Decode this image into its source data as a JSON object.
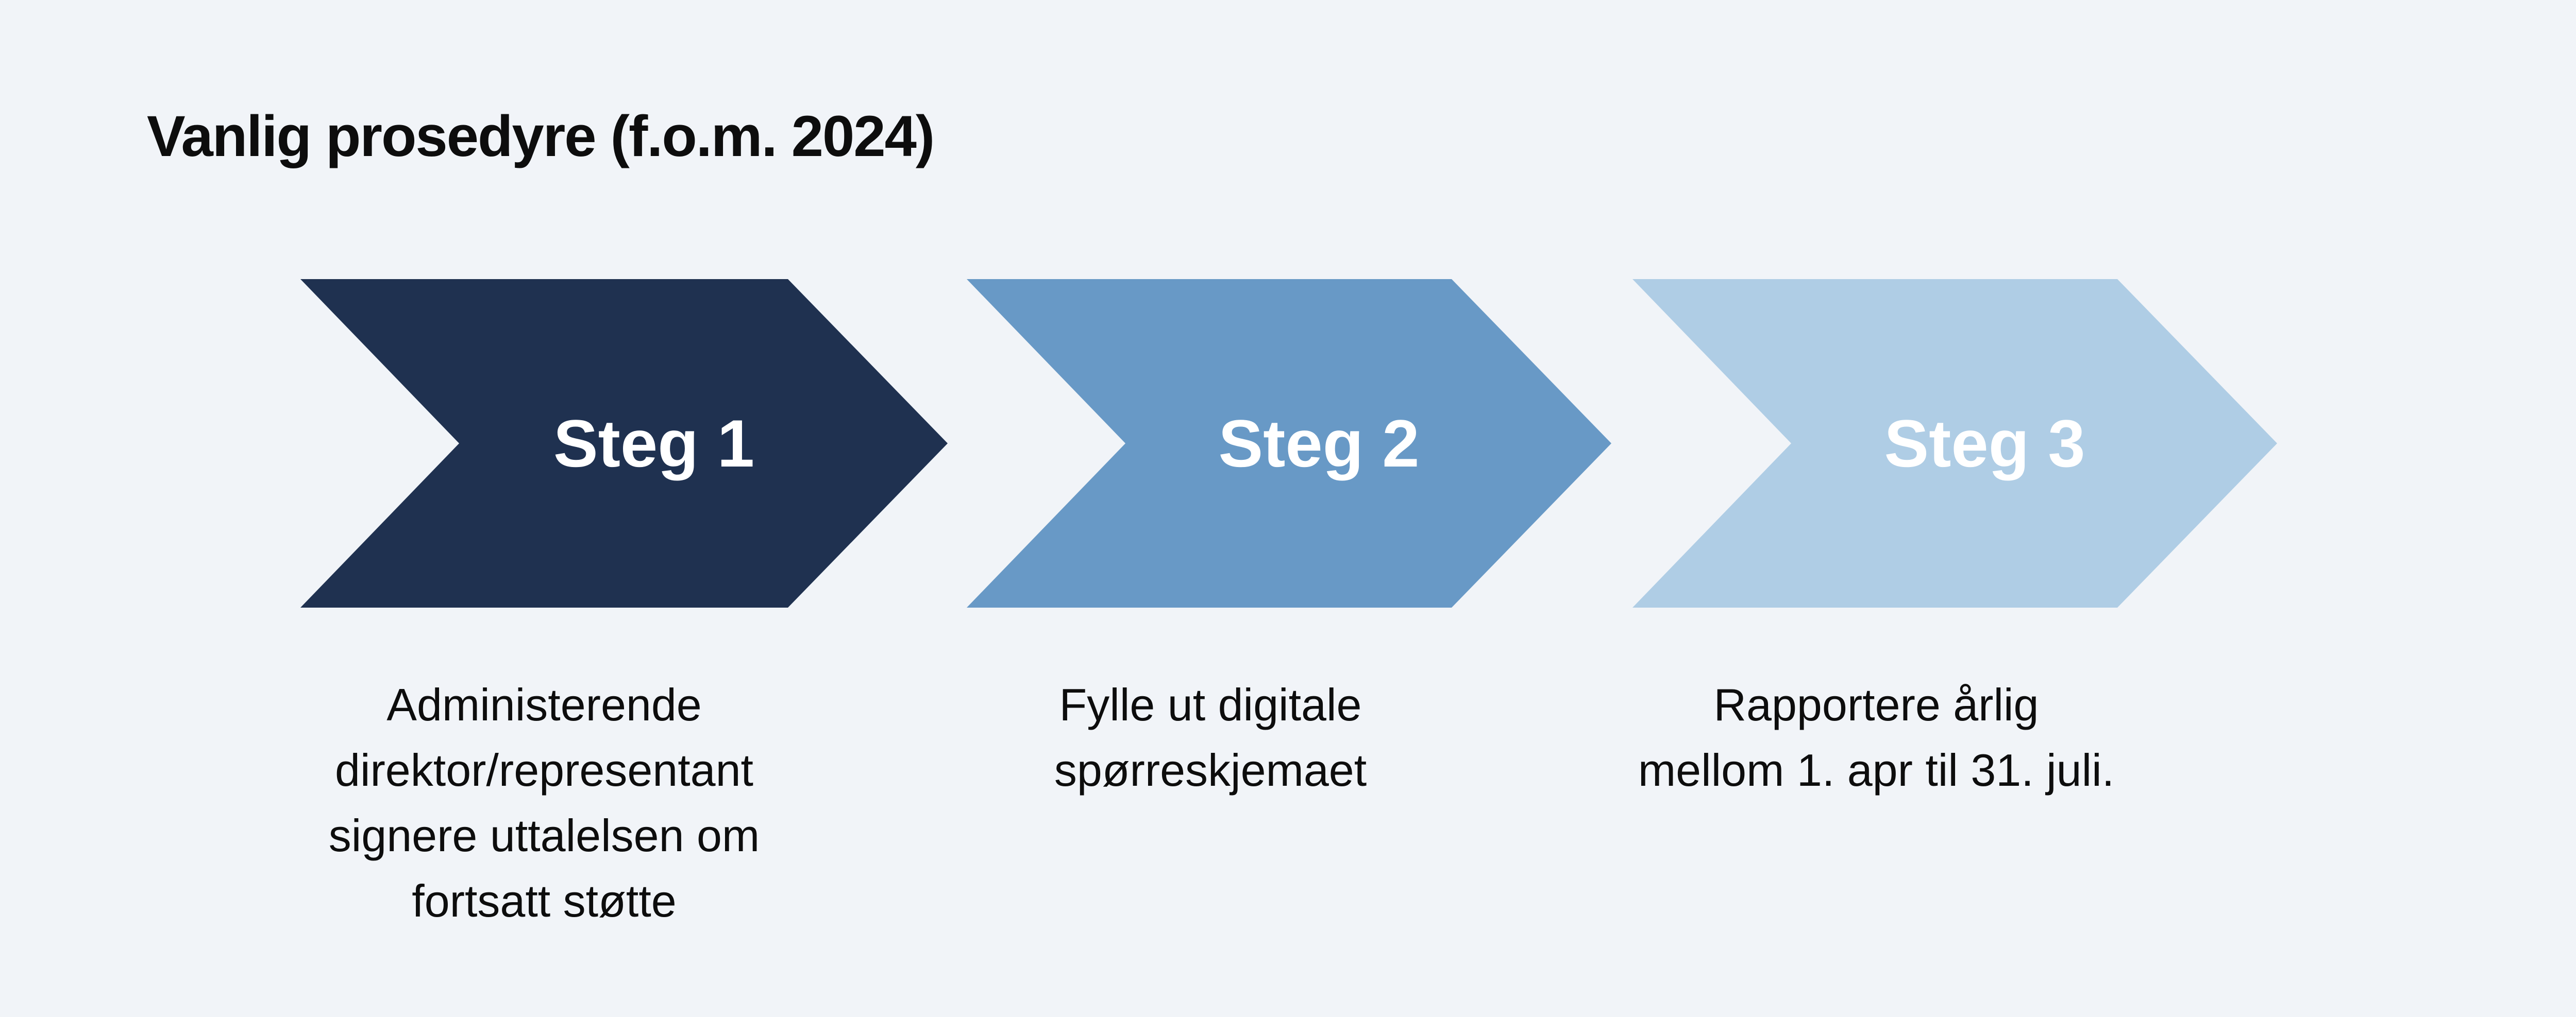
{
  "title": "Vanlig prosedyre (f.o.m. 2024)",
  "colors": {
    "background": "#F1F4F8",
    "step1_arrow": "#1F3150",
    "step2_arrow": "#6899C6",
    "step3_arrow": "#AFCDE5",
    "arrow_label_text": "#FFFFFF",
    "body_text": "#0D0D0D"
  },
  "steps": [
    {
      "label": "Steg 1",
      "color": "#1F3150",
      "caption": "Administerende\ndirektor/representant\nsignere uttalelsen om\nfortsatt støtte"
    },
    {
      "label": "Steg 2",
      "color": "#6899C6",
      "caption": "Fylle ut digitale\nspørreskjemaet"
    },
    {
      "label": "Steg 3",
      "color": "#AFCDE5",
      "caption": "Rapportere årlig\nmellom 1. apr til 31. juli."
    }
  ]
}
